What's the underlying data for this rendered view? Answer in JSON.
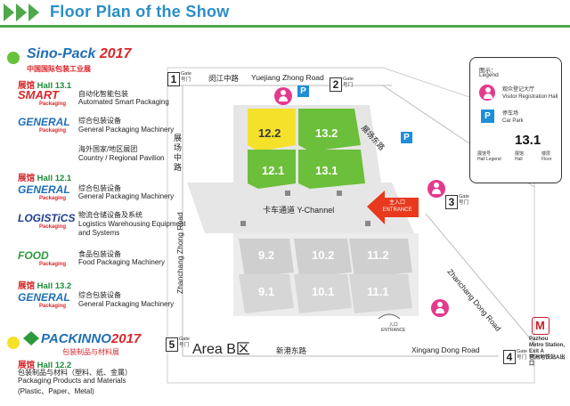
{
  "header": {
    "title": "Floor Plan of the Show"
  },
  "left_panel": {
    "sinopack": {
      "brand": "Sino-Pack",
      "year": "2017",
      "sub": "中国国际包装工业展"
    },
    "hall_13_1": {
      "cn": "展馆",
      "en": "Hall 13.1"
    },
    "hall_12_1": {
      "cn": "展馆",
      "en": "Hall 12.1"
    },
    "hall_13_2": {
      "cn": "展馆",
      "en": "Hall 13.2"
    },
    "hall_12_2": {
      "cn": "展馆",
      "en": "Hall 12.2"
    },
    "logos": {
      "smart": {
        "big": "SMART",
        "small": "Packaging"
      },
      "general": {
        "big": "GENERAL",
        "small": "Packaging"
      },
      "logistics": {
        "big": "LOGISTiCS",
        "small": "Packaging"
      },
      "food": {
        "big": "FOOD",
        "small": "Packaging"
      }
    },
    "categories": [
      {
        "cn": "自动化智能包装",
        "en": "Automated Smart Packaging"
      },
      {
        "cn": "综合包装设备",
        "en": "General Packaging Machinery"
      },
      {
        "cn": "海外国家/地区展团",
        "en": "Country / Regional Pavilion"
      },
      {
        "cn": "综合包装设备",
        "en": "General Packaging Machinery"
      },
      {
        "cn": "物流仓储设备及系统",
        "en": "Logistics Warehousing Equipment",
        "en2": "and Systems"
      },
      {
        "cn": "食品包装设备",
        "en": "Food Packaging Machinery"
      },
      {
        "cn": "综合包装设备",
        "en": "General Packaging Machinery"
      }
    ],
    "packinno": {
      "name": "PACKINNO",
      "year": "2017",
      "sub": "包装制品与材料展"
    },
    "bottom_lines": [
      "包装制品与材料（塑料、纸、金属）",
      "Packaging Products and Materials",
      "(Plastic、Paper、Metal)"
    ]
  },
  "map": {
    "gates": [
      {
        "num": "1",
        "lbl_en": "Gate",
        "lbl_cn": "号门"
      },
      {
        "num": "2",
        "lbl_en": "Gate",
        "lbl_cn": "号门"
      },
      {
        "num": "3",
        "lbl_en": "Gate",
        "lbl_cn": "号门"
      },
      {
        "num": "4",
        "lbl_en": "Gate",
        "lbl_cn": "号门"
      },
      {
        "num": "5",
        "lbl_en": "Gate",
        "lbl_cn": "号门"
      }
    ],
    "roads": {
      "minjiang_cn": "闵江中路",
      "yuejiang": "Yuejiang Zhong Road",
      "zhanchang_cn": "展场中路",
      "zhanchang_en": "Zhanchang Zhong Road",
      "yuejiangdong_cn": "展场东路",
      "zhanchang_dong_en": "Zhanchang Dong Road",
      "xingang_cn": "新港东路",
      "xingang_en": "Xingang Dong Road"
    },
    "halls": [
      "12.2",
      "13.2",
      "12.1",
      "13.1",
      "9.2",
      "10.2",
      "11.2",
      "9.1",
      "10.1",
      "11.1"
    ],
    "channel": "卡车通道 Y-Channel",
    "area_b": "Area B区",
    "entrance": {
      "cn": "主入口",
      "en": "ENTRANCE"
    },
    "entrance_small": {
      "cn": "入口",
      "en": "ENTRANCE"
    },
    "parking": "P",
    "metro": {
      "line1": "Pazhou",
      "line2": "Metro Station,",
      "line3": "Exit A",
      "line4": "琶洲地铁站A出口"
    }
  },
  "legend": {
    "title_cn": "图示：",
    "title_en": "Legend",
    "visitor_cn": "观众登记大厅",
    "visitor_en": "Visitor Registration Hall",
    "park_cn": "停车场",
    "park_en": "Car Park",
    "num": "13.1",
    "hall_legend_cn": "展馆号",
    "hall_legend_en": "Hall Legend",
    "hall_cn": "展馆",
    "hall_en": "Hall",
    "floor_cn": "楼层",
    "floor_en": "Floor"
  },
  "colors": {
    "green": "#6cbf3a",
    "yellow": "#f5e12a",
    "gray": "#cfcfcf",
    "accent_blue": "#2a8ec8",
    "red": "#e8391e",
    "pink": "#e43a8e"
  }
}
